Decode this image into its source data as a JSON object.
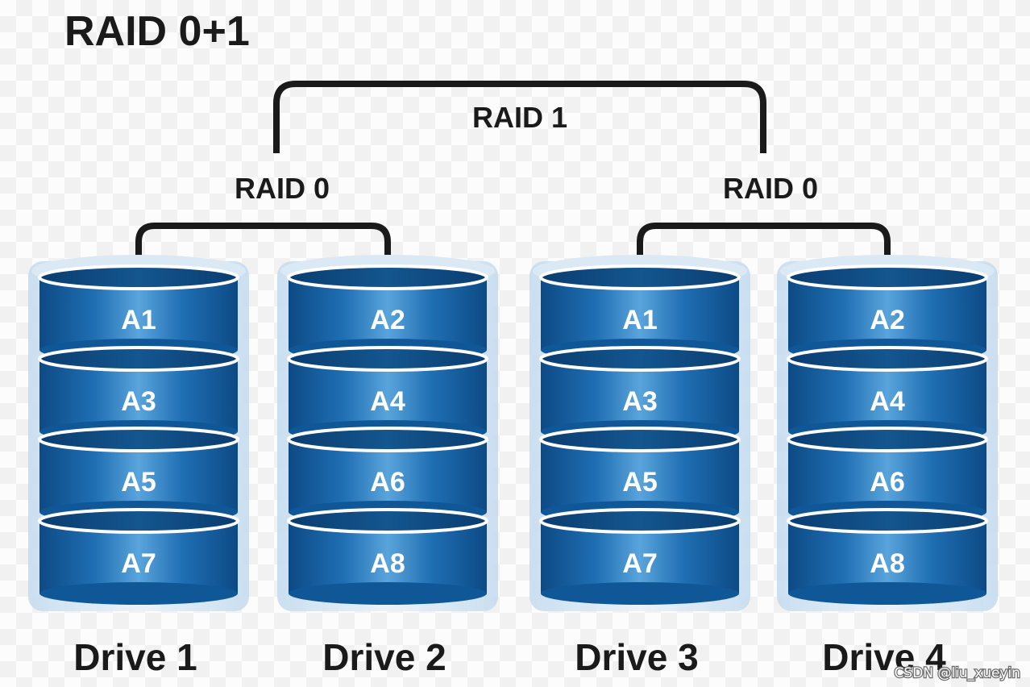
{
  "title": "RAID 0+1",
  "mirror_label": "RAID 1",
  "stripe_groups": [
    {
      "label": "RAID 0",
      "drives": [
        0,
        1
      ]
    },
    {
      "label": "RAID 0",
      "drives": [
        2,
        3
      ]
    }
  ],
  "drives": [
    {
      "label": "Drive 1",
      "blocks": [
        "A1",
        "A3",
        "A5",
        "A7"
      ]
    },
    {
      "label": "Drive 2",
      "blocks": [
        "A2",
        "A4",
        "A6",
        "A8"
      ]
    },
    {
      "label": "Drive 3",
      "blocks": [
        "A1",
        "A3",
        "A5",
        "A7"
      ]
    },
    {
      "label": "Drive 4",
      "blocks": [
        "A2",
        "A4",
        "A6",
        "A8"
      ]
    }
  ],
  "watermark": "CSDN @liu_xueyin",
  "colors": {
    "disk_blue": "#1f6fb3",
    "disk_dark": "#0d4a85",
    "disk_highlight": "#8cc4ee",
    "casing": "#d6e6f4",
    "connector": "#1a1a1a",
    "text": "#1a1a1a"
  }
}
